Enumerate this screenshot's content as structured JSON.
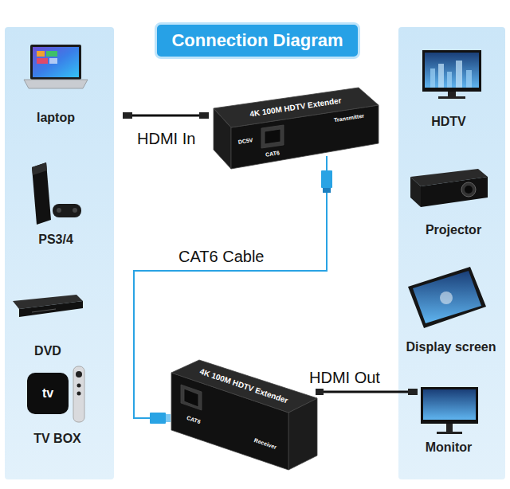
{
  "diagram": {
    "title": "Connection Diagram",
    "nodes": [
      {
        "text": [
          "laptop"
        ]
      },
      {
        "text": [
          "PS3/4"
        ]
      },
      {
        "text": [
          "DVD"
        ]
      },
      {
        "text": [
          "TV BOX"
        ]
      },
      {
        "text": [
          "4K 100M HDTV Extender",
          "Transmitter",
          "DC5V",
          "CAT6"
        ]
      },
      {
        "text": [
          "4K 100M HDTV Extender",
          "Receiver",
          "CAT6"
        ]
      },
      {
        "text": [
          "HDTV"
        ]
      },
      {
        "text": [
          "Projector"
        ]
      },
      {
        "text": [
          "Display screen"
        ]
      },
      {
        "text": [
          "Monitor"
        ]
      }
    ],
    "edges": [
      {
        "from": 4,
        "to": 5,
        "label": "CAT6 Cable",
        "arrow": "none"
      }
    ],
    "labels": [
      "HDMI In",
      "HDMI Out",
      "tv"
    ]
  }
}
